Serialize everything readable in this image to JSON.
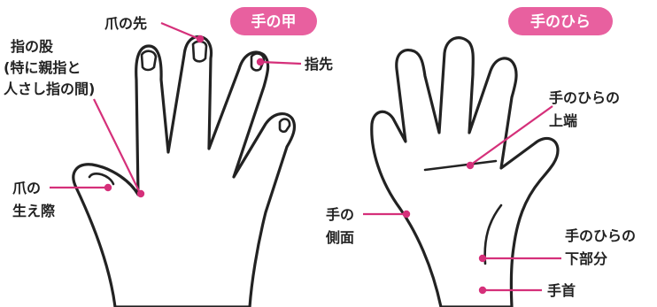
{
  "colors": {
    "accent": "#d5307a",
    "badge_fill": "#e8609f",
    "ink": "#222222"
  },
  "badges": {
    "back": "手の甲",
    "palm": "手のひら"
  },
  "labels": {
    "nail_tip": "爪の先",
    "finger_web": [
      "指の股",
      "(特に親指と",
      "人さし指の間)"
    ],
    "fingertip": "指先",
    "cuticle": [
      "爪の",
      "生え際"
    ],
    "hand_side": [
      "手の",
      "側面"
    ],
    "palm_top": [
      "手のひらの",
      "上端"
    ],
    "palm_bottom": [
      "手のひらの",
      "下部分"
    ],
    "wrist": "手首"
  }
}
